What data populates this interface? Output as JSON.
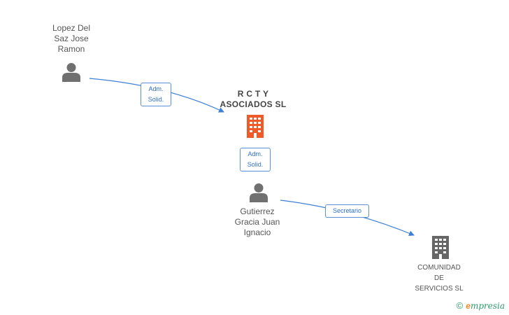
{
  "nodes": {
    "person1": {
      "name": "Lopez Del\nSaz Jose\nRamon",
      "icon": "person-icon"
    },
    "main_company": {
      "name": "R C T Y\nASOCIADOS SL",
      "icon": "building-icon",
      "color": "#f05a28"
    },
    "person2": {
      "name": "Gutierrez\nGracia Juan\nIgnacio",
      "icon": "person-icon"
    },
    "company2": {
      "name": "COMUNIDAD\nDE\nSERVICIOS SL",
      "icon": "building-icon",
      "color": "#666666"
    }
  },
  "roles": {
    "r1": "Adm.\nSolid.",
    "r2": "Adm.\nSolid.",
    "r3": "Secretario"
  },
  "footer": {
    "copyright": "©",
    "brand_e": "e",
    "brand_rest": "mpresia"
  },
  "colors": {
    "edge": "#3d7fd6",
    "icon_gray": "#707070",
    "accent": "#f05a28"
  }
}
